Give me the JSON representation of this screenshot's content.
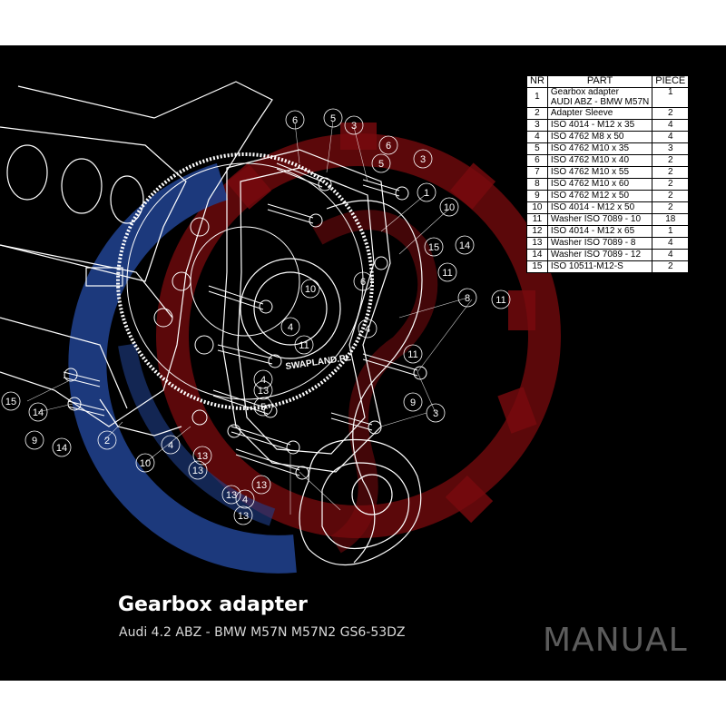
{
  "table": {
    "headers": {
      "nr": "NR",
      "part": "PART",
      "piece": "PIECE"
    },
    "rows": [
      {
        "nr": "1",
        "part_line1": "Gearbox adapter",
        "part_line2": "AUDI ABZ - BMW M57N",
        "piece": "1"
      },
      {
        "nr": "2",
        "part": "Adapter Sleeve",
        "piece": "2"
      },
      {
        "nr": "3",
        "part": "ISO 4014 - M12 x 35",
        "piece": "4"
      },
      {
        "nr": "4",
        "part": "ISO 4762 M8 x 50",
        "piece": "4"
      },
      {
        "nr": "5",
        "part": "ISO 4762 M10 x 35",
        "piece": "3"
      },
      {
        "nr": "6",
        "part": "ISO 4762 M10 x 40",
        "piece": "2"
      },
      {
        "nr": "7",
        "part": "ISO 4762 M10 x 55",
        "piece": "2"
      },
      {
        "nr": "8",
        "part": "ISO 4762 M10 x 60",
        "piece": "2"
      },
      {
        "nr": "9",
        "part": "ISO 4762 M12 x 50",
        "piece": "2"
      },
      {
        "nr": "10",
        "part": "ISO 4014 - M12 x 50",
        "piece": "2"
      },
      {
        "nr": "11",
        "part": "Washer ISO 7089 - 10",
        "piece": "18"
      },
      {
        "nr": "12",
        "part": "ISO 4014 - M12 x 65",
        "piece": "1"
      },
      {
        "nr": "13",
        "part": "Washer ISO 7089 - 8",
        "piece": "4"
      },
      {
        "nr": "14",
        "part": "Washer ISO 7089 - 12",
        "piece": "4"
      },
      {
        "nr": "15",
        "part": "ISO 10511-M12-S",
        "piece": "2"
      }
    ]
  },
  "watermark": "SWAPLAND.PL",
  "title": "Gearbox adapter",
  "subtitle": "Audi 4.2 ABZ - BMW M57N M57N2 GS6-53DZ",
  "manual_label": "MANUAL",
  "callouts": [
    "6",
    "5",
    "3",
    "6",
    "5",
    "3",
    "1",
    "10",
    "15",
    "14",
    "11",
    "8",
    "11",
    "10",
    "11",
    "4",
    "11",
    "9",
    "3",
    "6",
    "4",
    "4",
    "13",
    "5",
    "13",
    "4",
    "13",
    "13",
    "2",
    "15",
    "14",
    "9",
    "14",
    "10",
    "13",
    "4",
    "13"
  ],
  "colors": {
    "background": "#000000",
    "line": "#ffffff",
    "logo_red": "#8b0d10",
    "logo_blue": "#1f3f8a",
    "manual_gray": "#5c5c5c"
  }
}
